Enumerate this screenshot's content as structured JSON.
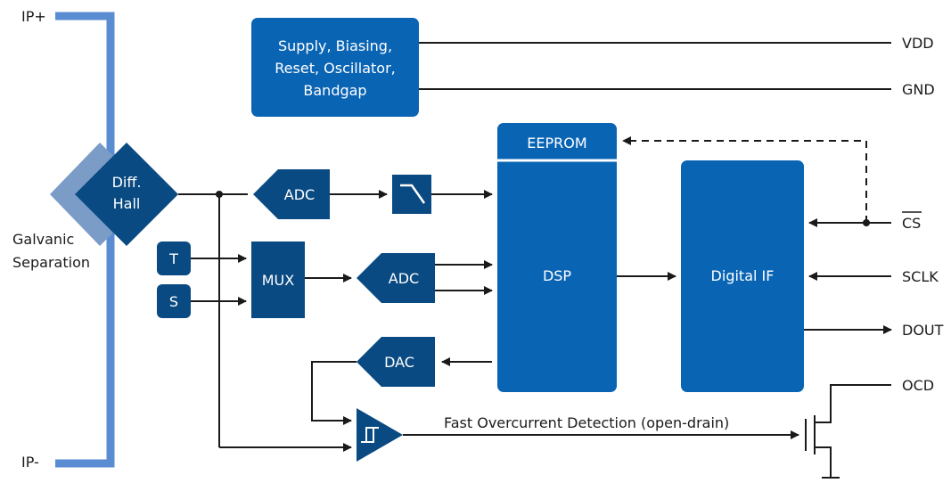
{
  "pins": {
    "ip_plus": "IP+",
    "ip_minus": "IP-",
    "vdd": "VDD",
    "gnd": "GND",
    "cs": "CS",
    "sclk": "SCLK",
    "dout": "DOUT",
    "ocd": "OCD"
  },
  "labels": {
    "galvanic_line1": "Galvanic",
    "galvanic_line2": "Separation",
    "supply_line1": "Supply, Biasing,",
    "supply_line2": "Reset, Oscillator,",
    "supply_line3": "Bandgap",
    "hall_line1": "Diff.",
    "hall_line2": "Hall",
    "adc_top": "ADC",
    "adc_mid": "ADC",
    "dac": "DAC",
    "mux": "MUX",
    "t": "T",
    "s": "S",
    "eeprom": "EEPROM",
    "dsp": "DSP",
    "digital_if": "Digital IF",
    "ocd_path": "Fast Overcurrent Detection (open-drain)"
  },
  "colors": {
    "block": "#0a64b4",
    "block_dark": "#0a4a82",
    "conductor": "#5a8cd2"
  },
  "icons": {
    "filter": "lowpass-filter-icon",
    "comparator": "schmitt-trigger-icon",
    "transistor": "nmos-transistor-icon"
  }
}
